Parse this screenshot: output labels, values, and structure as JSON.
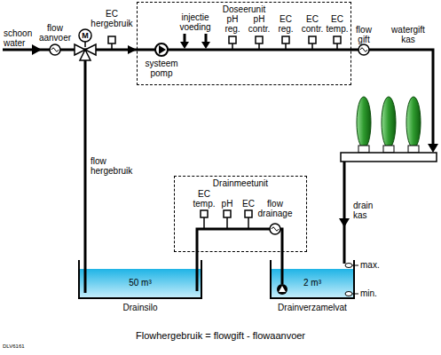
{
  "diagram": {
    "caption": "Flowhergebruik = flowgift - flowaanvoer",
    "nodes": [
      {
        "text": [
          "Doseerunit"
        ]
      },
      {
        "text": [
          "Drainmeetunit"
        ]
      },
      {
        "text": [
          "50 m³",
          "Drainsilo"
        ]
      },
      {
        "text": [
          "2 m³",
          "Drainverzamelvat"
        ]
      }
    ],
    "edges": [
      {
        "from": 2,
        "to": 0,
        "arrow": "to",
        "label": "flow hergebruik"
      },
      {
        "from": 3,
        "to": 2,
        "arrow": "none"
      }
    ],
    "labels": [
      "schoon water",
      "flow aanvoer",
      "M",
      "EC hergebruik",
      "injectie voeding",
      "systeem pomp",
      "pH reg.",
      "pH contr.",
      "EC reg.",
      "EC contr.",
      "EC temp.",
      "flow gift",
      "watergift kas",
      "EC temp.",
      "pH",
      "EC",
      "flow drainage",
      "drain kas",
      "max.",
      "min.",
      "DLV6161"
    ]
  }
}
